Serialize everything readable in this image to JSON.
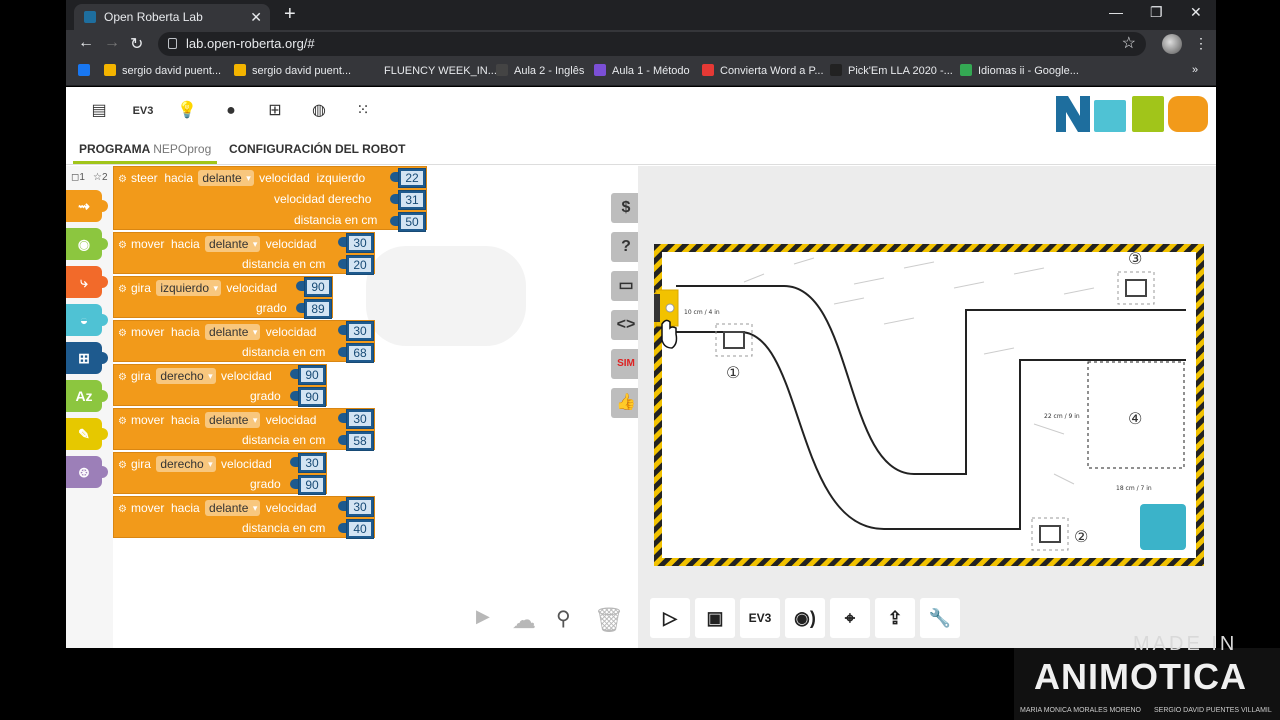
{
  "browser": {
    "tab_title": "Open Roberta Lab",
    "tab_close": "✕",
    "new_tab": "+",
    "url": "lab.open-roberta.org/#",
    "window_controls": [
      "—",
      "❐",
      "✕"
    ],
    "nav": {
      "back": "←",
      "forward": "→",
      "reload": "↻"
    },
    "star": "☆",
    "menu": "⋮",
    "bookmarks": [
      {
        "label": "",
        "icon_color": "#1877f2"
      },
      {
        "label": "sergio david puent...",
        "icon_color": "#f4b400"
      },
      {
        "label": "sergio david puent...",
        "icon_color": "#f4b400"
      },
      {
        "label": "FLUENCY WEEK_IN...",
        "icon_color": ""
      },
      {
        "label": "Aula 2 - Inglês",
        "icon_color": "#444"
      },
      {
        "label": "Aula 1 - Método",
        "icon_color": "#7b4fd6"
      },
      {
        "label": "Convierta Word a P...",
        "icon_color": "#e53935"
      },
      {
        "label": "Pick'Em LLA 2020 -...",
        "icon_color": "#222"
      },
      {
        "label": "Idiomas ii - Google...",
        "icon_color": "#34a853"
      }
    ],
    "bookmarks_more": "»"
  },
  "app": {
    "top_icons": [
      "document-icon",
      "ev3-icon",
      "lightbulb-icon",
      "user-icon",
      "grid-icon",
      "globe-icon",
      "apps-icon"
    ],
    "ev3_label": "EV3",
    "tabs": {
      "program_prefix": "PROGRAMA",
      "program_name": "NEPOprog",
      "robot_config": "CONFIGURACIÓN DEL ROBOT"
    },
    "flyout": {
      "num1": "1",
      "num2": "2"
    },
    "categories": [
      {
        "name": "action",
        "color": "#f29a1a",
        "glyph": "⇝"
      },
      {
        "name": "sensors",
        "color": "#8cc63f",
        "glyph": "◉"
      },
      {
        "name": "control",
        "color": "#f26a2a",
        "glyph": "⤷"
      },
      {
        "name": "logic",
        "color": "#4fc2d4",
        "glyph": "◒"
      },
      {
        "name": "math",
        "color": "#1e5a8e",
        "glyph": "⊞"
      },
      {
        "name": "text",
        "color": "#8cc63f",
        "glyph": "Az"
      },
      {
        "name": "colours",
        "color": "#e6c800",
        "glyph": "✎"
      },
      {
        "name": "variables",
        "color": "#9c7fb8",
        "glyph": "⊛"
      }
    ],
    "blocks": {
      "b1": {
        "verb": "steer",
        "hacia": "hacia",
        "dir": "delante",
        "vel": "velocidad",
        "izq": "izquierdo",
        "der": "velocidad  derecho",
        "dist": "distancia en cm",
        "v1": "22",
        "v2": "31",
        "v3": "50"
      },
      "b2": {
        "verb": "mover",
        "hacia": "hacia",
        "dir": "delante",
        "vel": "velocidad",
        "dist": "distancia en cm",
        "v1": "30",
        "v2": "20"
      },
      "b3": {
        "verb": "gira",
        "dir": "izquierdo",
        "vel": "velocidad",
        "grado": "grado",
        "v1": "90",
        "v2": "89"
      },
      "b4": {
        "verb": "mover",
        "hacia": "hacia",
        "dir": "delante",
        "vel": "velocidad",
        "dist": "distancia en cm",
        "v1": "30",
        "v2": "68"
      },
      "b5": {
        "verb": "gira",
        "dir": "derecho",
        "vel": "velocidad",
        "grado": "grado",
        "v1": "90",
        "v2": "90"
      },
      "b6": {
        "verb": "mover",
        "hacia": "hacia",
        "dir": "delante",
        "vel": "velocidad",
        "dist": "distancia en cm",
        "v1": "30",
        "v2": "58"
      },
      "b7": {
        "verb": "gira",
        "dir": "derecho",
        "vel": "velocidad",
        "grado": "grado",
        "v1": "30",
        "v2": "90"
      },
      "b8": {
        "verb": "mover",
        "hacia": "hacia",
        "dir": "delante",
        "vel": "velocidad",
        "dist": "distancia en cm",
        "v1": "30",
        "v2": "40"
      }
    },
    "side_buttons": [
      {
        "name": "code-button",
        "glyph": "$"
      },
      {
        "name": "help-button",
        "glyph": "?"
      },
      {
        "name": "info-button",
        "glyph": "▭"
      },
      {
        "name": "source-button",
        "glyph": "<>"
      },
      {
        "name": "sim-button",
        "glyph": "SIM"
      },
      {
        "name": "rate-button",
        "glyph": "👍"
      }
    ],
    "workspace_controls": [
      "run-icon",
      "cloud-upload-icon",
      "zoom-icon",
      "trash-icon"
    ],
    "sim": {
      "labels": {
        "m1": "①",
        "m2": "②",
        "m3": "③",
        "m4": "④",
        "dim1": "10 cm / 4 in",
        "dim2": "22 cm /\n9 in",
        "dim3": "18 cm / 7 in"
      },
      "controls": [
        {
          "name": "sim-play-button",
          "glyph": "▷"
        },
        {
          "name": "sim-image-button",
          "glyph": "▣"
        },
        {
          "name": "sim-ev3-button",
          "glyph": "EV3"
        },
        {
          "name": "sim-sound-button",
          "glyph": "◉)"
        },
        {
          "name": "sim-location-button",
          "glyph": "⌖"
        },
        {
          "name": "sim-upload-button",
          "glyph": "⇪"
        },
        {
          "name": "sim-settings-button",
          "glyph": "🔧"
        }
      ]
    }
  },
  "watermark": {
    "line1": "MADE IN",
    "line2": "ANIMOTICA",
    "cap1": "MARIA MONICA MORALES MORENO",
    "cap2": "SERGIO DAVID PUENTES VILLAMIL"
  }
}
